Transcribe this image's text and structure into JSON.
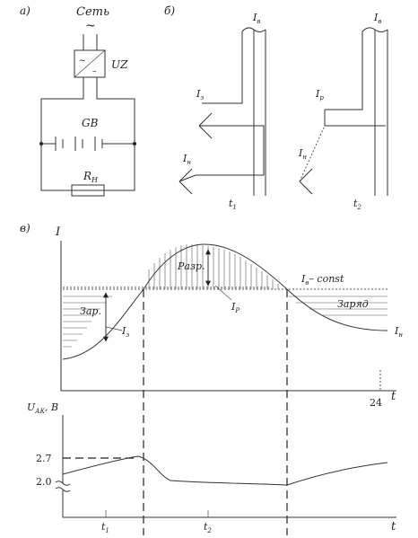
{
  "panel_a": {
    "tag": "а)",
    "mains": "Сеть",
    "ac": "~",
    "rectifier": "UZ",
    "battery": "GB",
    "load": "R",
    "load_sub": "Н"
  },
  "panel_b": {
    "tag": "б)",
    "left": {
      "I_v": "I",
      "I_v_sub": "в",
      "I_z": "I",
      "I_z_sub": "з",
      "I_n": "I",
      "I_n_sub": "н",
      "t": "t",
      "t_sub": "1"
    },
    "right": {
      "I_v": "I",
      "I_v_sub": "в",
      "I_r": "I",
      "I_r_sub": "р",
      "I_n": "I",
      "I_n_sub": "н",
      "t": "t",
      "t_sub": "2"
    }
  },
  "panel_v": {
    "tag": "в)",
    "y_axis": "I",
    "x_axis": "t",
    "tick_24": "24",
    "discharge": "Разр.",
    "charge": "Зар.",
    "Ip": "I",
    "Ip_sub": "Р",
    "Iz": "I",
    "Iz_sub": "з",
    "Iv_const": "I",
    "Iv_const_sub": "в",
    "Iv_const_rest": "– const",
    "zaryad": "Заряд",
    "In": "I",
    "In_sub": "н"
  },
  "voltage_plot": {
    "y_axis": "U",
    "y_sub": "АК",
    "y_unit": ", В",
    "x_axis": "t",
    "y27": "2.7",
    "y20": "2.0",
    "t1": "t",
    "t1_sub": "1",
    "t2": "t",
    "t2_sub": "2"
  },
  "chart_data": [
    {
      "type": "line",
      "series": [
        {
          "name": "I_н",
          "description": "load current"
        },
        {
          "name": "I_в",
          "description": "rectifier current (const)"
        }
      ],
      "annotations": [
        "Разр.",
        "Зар.",
        "Заряд"
      ]
    },
    {
      "type": "line",
      "ylabel": "U_АК, В",
      "ytick_labels": [
        "2.0",
        "2.7"
      ],
      "xtick_labels": [
        "t1",
        "t2"
      ]
    }
  ]
}
